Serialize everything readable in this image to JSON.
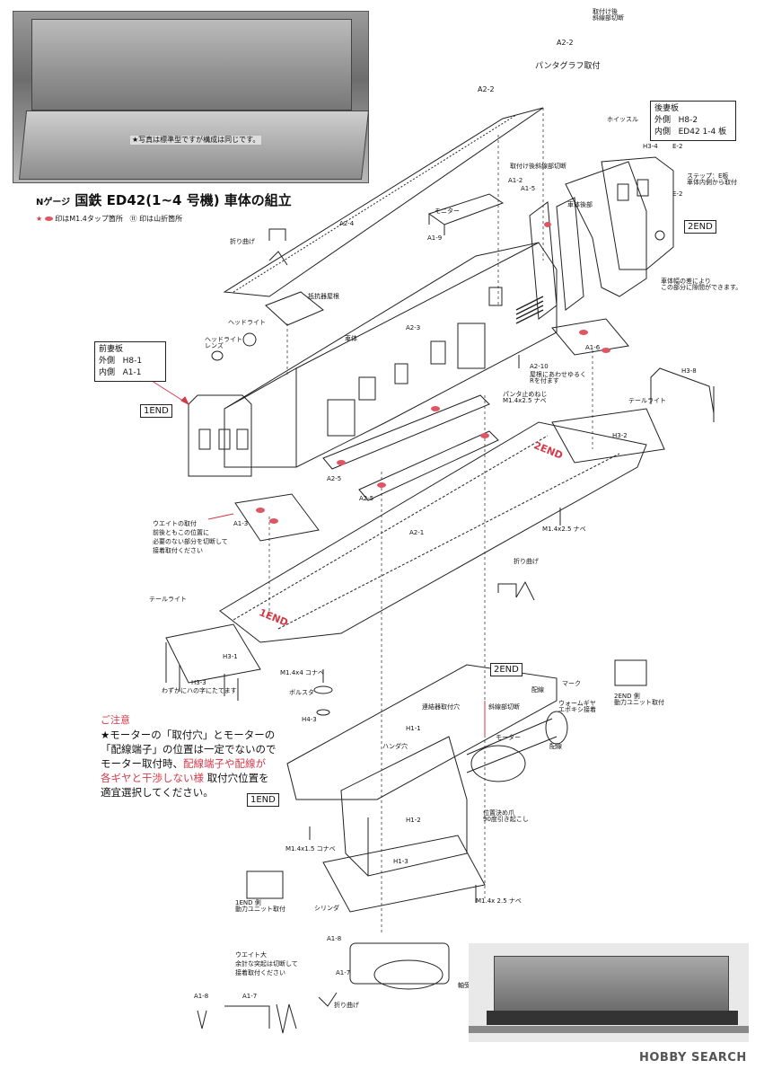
{
  "photo": {
    "caption": "★写真は標準型ですが構成は同じです。"
  },
  "header": {
    "gauge": "Nゲージ",
    "title": "国鉄 ED42(1~4 号機) 車体の組立",
    "legend_tap": "印はM1.4タップ箇所",
    "legend_fold": "印は山折箇所"
  },
  "boxes": {
    "rear_plate": {
      "line1": "後妻板",
      "line2": "外側",
      "line2v": "H8-2",
      "line3": "内側",
      "line3v": "ED42 1-4 板"
    },
    "front_plate": {
      "line1": "前妻板",
      "line2": "外側",
      "line2v": "H8-1",
      "line3": "内側",
      "line3v": "A1-1"
    }
  },
  "end_labels": {
    "end2_top": "2END",
    "end1_mid": "1END",
    "end2_mid": "2END",
    "end1_bot": "1END"
  },
  "labels": {
    "a22_top": "A2-2",
    "fold_cut_top": "取付け後\n斜線部切断",
    "pantograph": "パンタグラフ取付",
    "a22_left": "A2-2",
    "whistle": "ホイッスル",
    "h34": "H3-4",
    "e2a": "E-2",
    "step": "ステップ：E板\n車体内側から取付",
    "e2b": "E-2",
    "cut_after": "取付け後斜線部切断",
    "a12": "A1-2",
    "a15": "A1-5",
    "body_rear": "車体後部",
    "monitor": "モニター",
    "a19": "A1-9",
    "a24": "A2-4",
    "fold1": "折り曲げ",
    "width_note": "車体幅の差により\nこの部分に隙間ができます。",
    "resistor": "抵抗器屋根",
    "headlight": "ヘッドライト",
    "headlight_lens": "ヘッドライト\nレンズ",
    "body": "車体",
    "a23": "A2-3",
    "a16": "A1-6",
    "a210": "A2-10",
    "roof_note": "屋根にあわせゆるく\nRを付ます",
    "panta_screw": "パンタ止めねじ\nM1.4x2.5 ナベ",
    "h38": "H3-8",
    "taillight_r": "テールライト",
    "h32": "H3-2",
    "end2_floor": "2END",
    "a25a": "A2-5",
    "a25b": "A2-5",
    "a13": "A1-3",
    "weight_note": "ウエイトの取付\n前後ともこの位置に\n必要のない部分を切断して\n接着取付ください",
    "a21": "A2-1",
    "m14x25a": "M1.4x2.5 ナベ",
    "fold2": "折り曲げ",
    "taillight_l": "テールライト",
    "end1_floor": "1END",
    "h31": "H3-1",
    "h33": "H3-3",
    "h33_note": "わずかにハの字にたてます",
    "m14x4": "M1.4x4 コナベ",
    "bolster": "ボルスタ",
    "h43": "H4-3",
    "h11": "H1-1",
    "conn_hole": "連結器取付穴",
    "cut_hatched": "斜線部切断",
    "solder_hole": "ハンダ穴",
    "mark": "マーク",
    "wiring1": "配線",
    "worm": "ウォームギヤ\nエポキシ接着",
    "motor": "モーター",
    "wiring2": "配線",
    "unit2": "2END 側\n動力ユニット取付",
    "pos_claw": "位置決め爪\n90度引き起こし",
    "h12": "H1-2",
    "h13": "H1-3",
    "m14x15": "M1.4x1.5 コナベ",
    "m14x25b": "M1.4x 2.5 ナベ",
    "unit1": "1END 側\n動力ユニット取付",
    "cylinder": "シリンダ",
    "a18a": "A1-8",
    "weight_big": "ウエイト大\n余計な突起は切断して\n接着取付ください",
    "a17a": "A1-7",
    "axle": "軸受",
    "a18b": "A1-8",
    "a17b": "A1-7",
    "fold3": "折り曲げ"
  },
  "caution": {
    "heading": "ご注意",
    "line1": "★モーターの「取付穴」とモーターの",
    "line2": "「配線端子」の位置は一定でないので",
    "line3a": "モーター取付時、",
    "line3b": "配線端子や配線が",
    "line4a": "各ギヤと干渉しない様",
    "line4b": " 取付穴位置を",
    "line5": "適宜選択してください。"
  },
  "watermark": {
    "text": "HOBBY SEARCH"
  },
  "colors": {
    "accent": "#d23a4a",
    "tap_dot": "#e05563",
    "ink": "#222222"
  }
}
